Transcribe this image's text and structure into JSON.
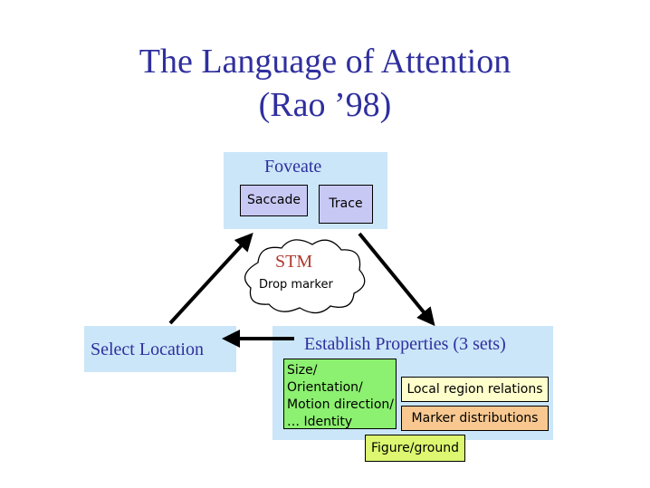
{
  "title": {
    "line1": "The Language of Attention",
    "line2": "(Rao ’98)"
  },
  "foveate": {
    "heading": "Foveate",
    "saccade": "Saccade",
    "trace": "Trace"
  },
  "stm": {
    "heading": "STM",
    "action": "Drop marker"
  },
  "select_location": {
    "heading": "Select Location"
  },
  "establish": {
    "heading": "Establish Properties (3 sets)",
    "feature_lines": [
      "Size/",
      "Orientation/",
      "Motion direction/",
      "… Identity"
    ],
    "local_region": "Local region relations",
    "marker_distributions": "Marker distributions",
    "figure_ground": "Figure/ground"
  },
  "colors": {
    "title_blue": "#2f2f9f",
    "panel_blue": "#cbe6f8",
    "operation_purple": "#c8c8f4",
    "feature_green": "#8cf070",
    "relations_yellow": "#ffffcc",
    "marker_orange": "#f8c890",
    "figure_lime": "#ddf870",
    "stm_red": "#b03a2e"
  }
}
